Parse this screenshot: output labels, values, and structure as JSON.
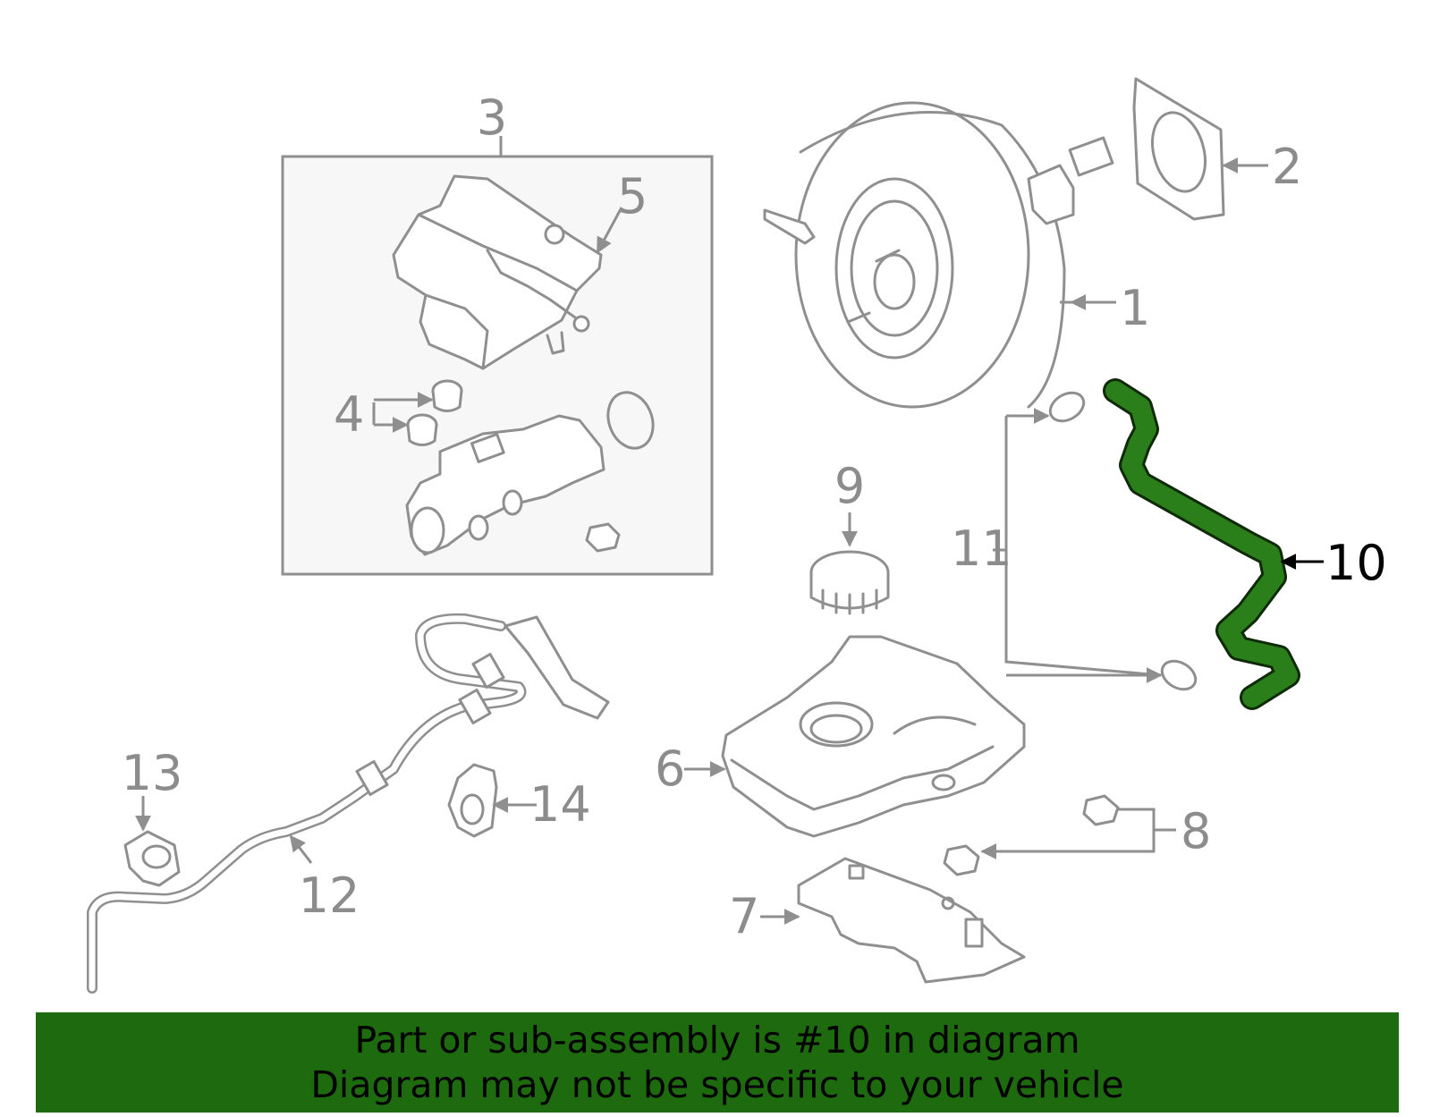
{
  "labels": {
    "l1": "1",
    "l2": "2",
    "l3": "3",
    "l4": "4",
    "l5": "5",
    "l6": "6",
    "l7": "7",
    "l8": "8",
    "l9": "9",
    "l10": "10",
    "l11": "11",
    "l12": "12",
    "l13": "13",
    "l14": "14"
  },
  "highlight": {
    "part_number": "10",
    "color": "#1e6b0f"
  },
  "banner": {
    "line1": "Part or sub-assembly is #10 in diagram",
    "line2": "Diagram may not be specific to your vehicle",
    "background": "#1e6b0f"
  },
  "colors": {
    "line_art": "#8f8f8f",
    "label": "#8c8c8c",
    "highlight_label": "#000000"
  }
}
